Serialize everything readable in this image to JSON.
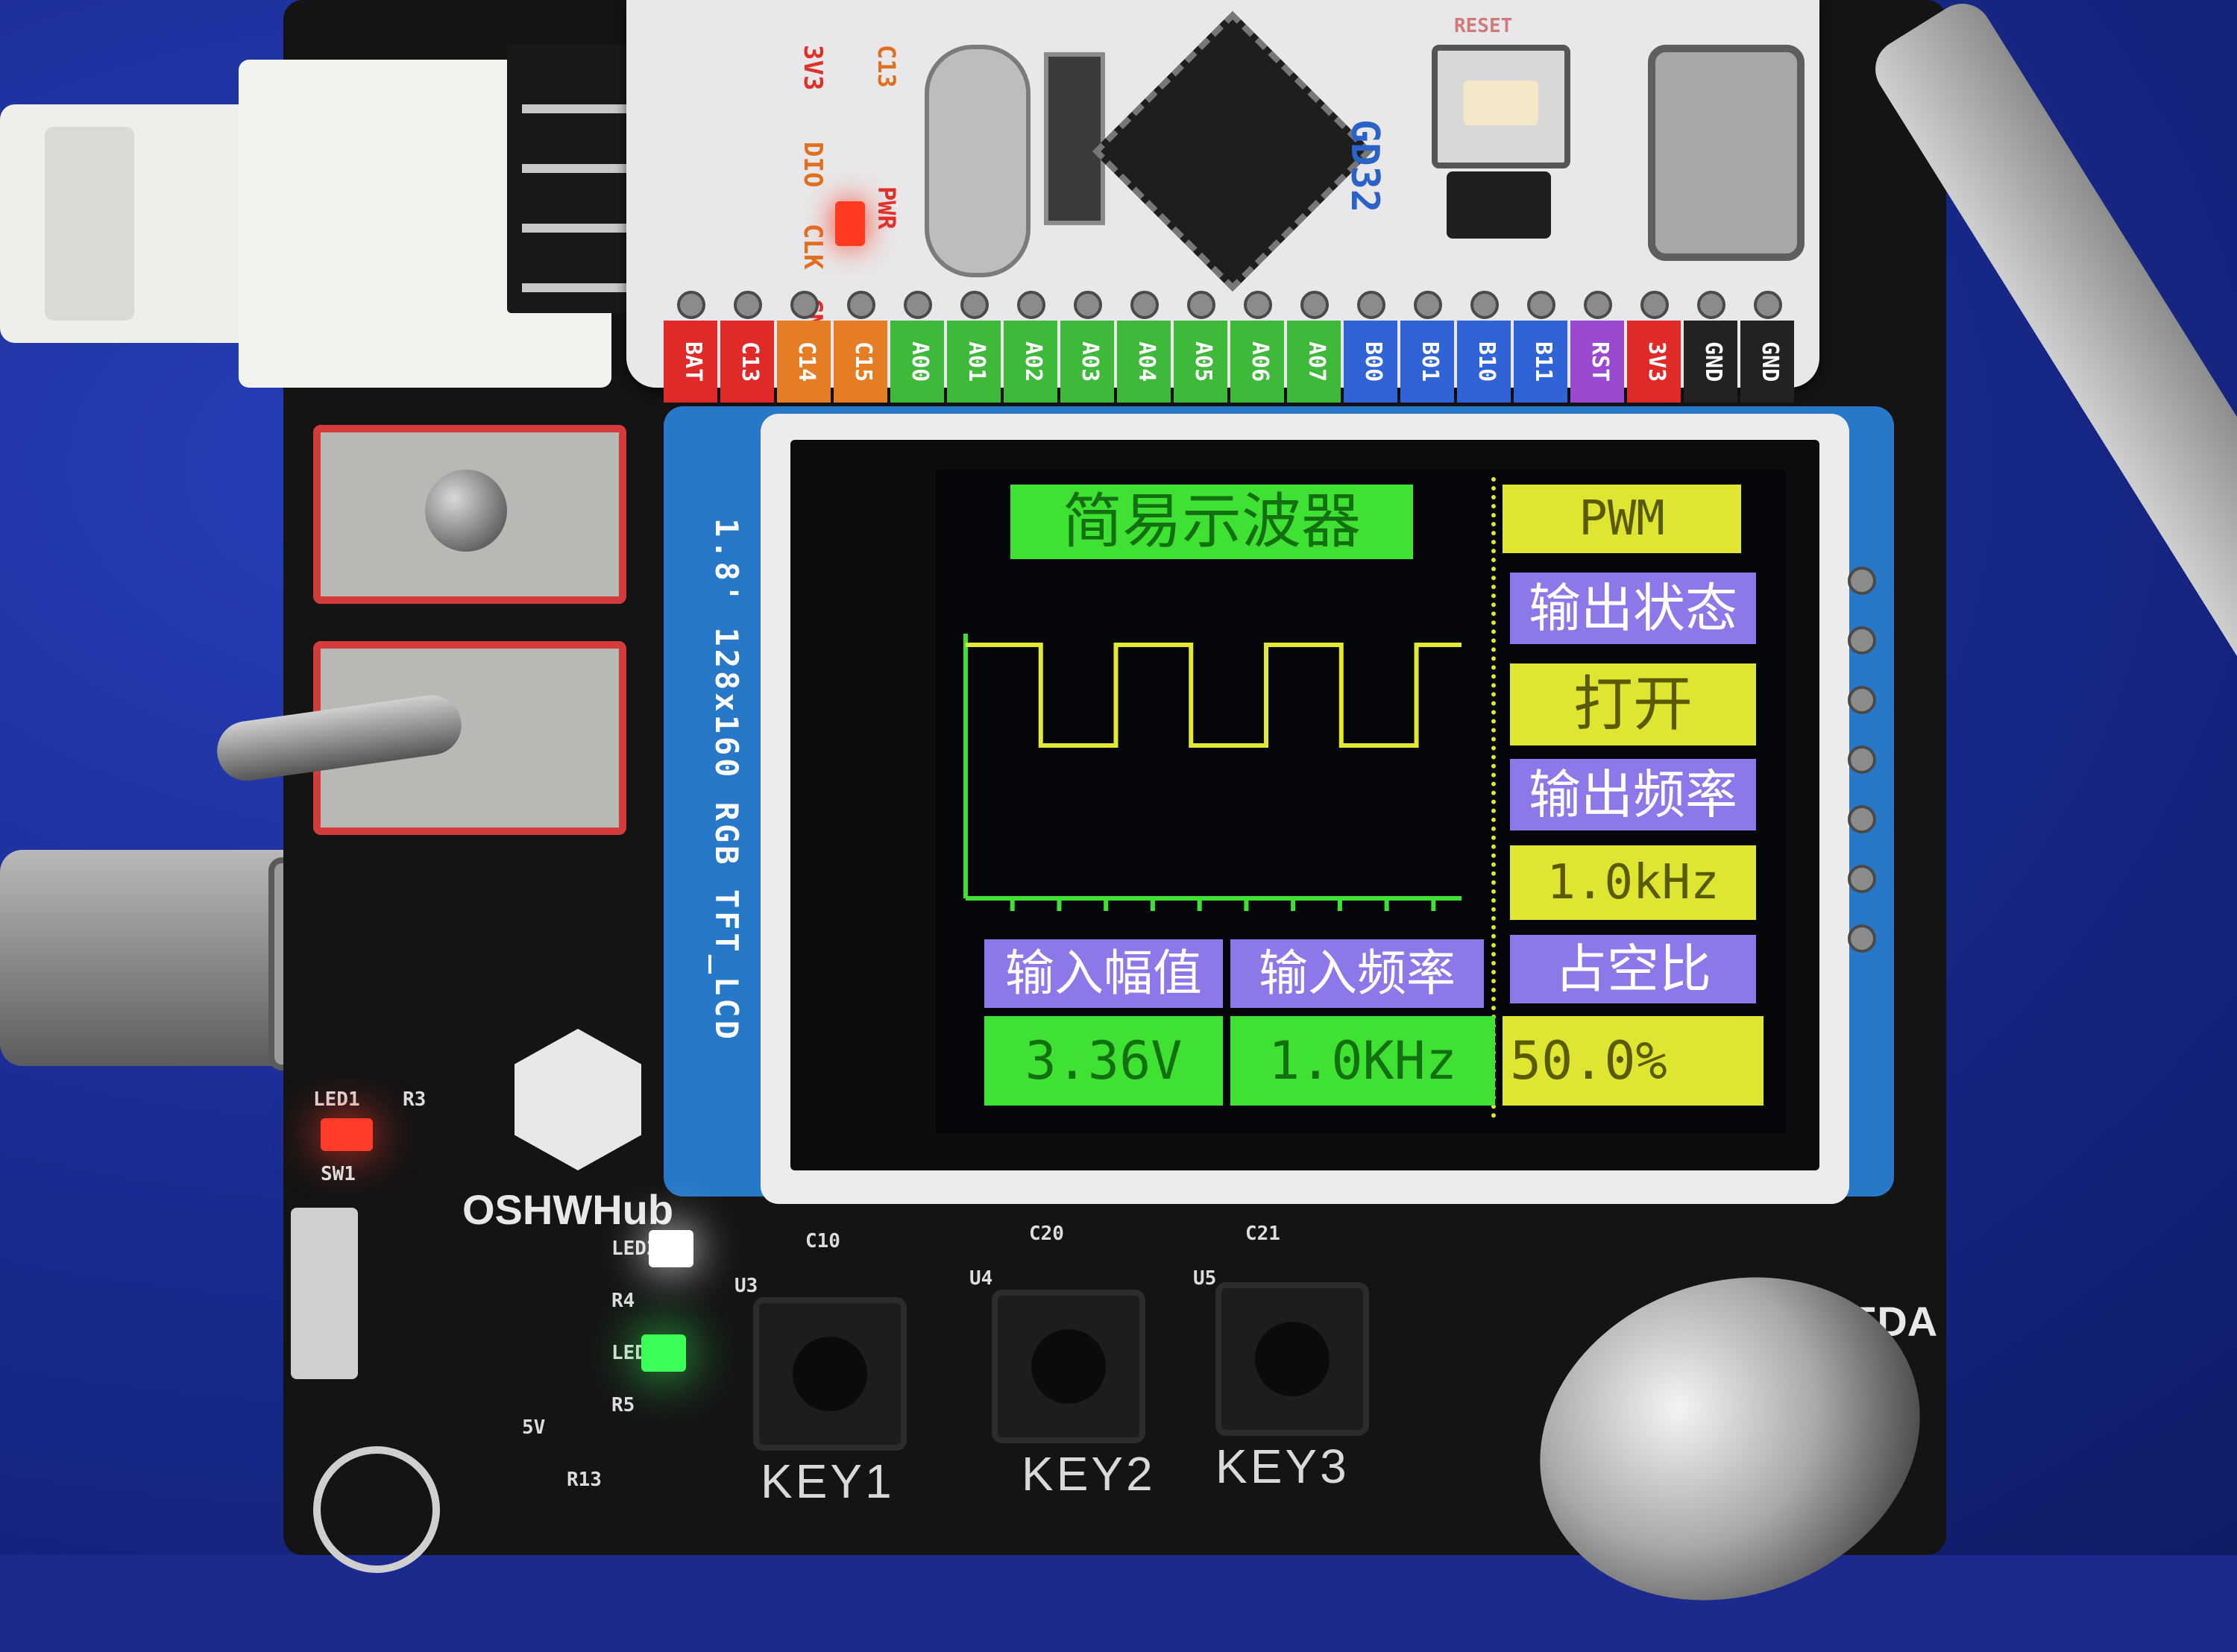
{
  "devboard": {
    "top_silk": [
      "3V3",
      "DIO",
      "CLK",
      "GND"
    ],
    "crystal_label": "C13",
    "pwr_label": "PWR",
    "chip_brand": "GD32",
    "reset_label": "RESET",
    "pins": [
      {
        "label": "BAT",
        "color": "#e02a2a"
      },
      {
        "label": "C13",
        "color": "#e02a2a"
      },
      {
        "label": "C14",
        "color": "#e57d24"
      },
      {
        "label": "C15",
        "color": "#e57d24"
      },
      {
        "label": "A00",
        "color": "#3eb93a"
      },
      {
        "label": "A01",
        "color": "#3eb93a"
      },
      {
        "label": "A02",
        "color": "#3eb93a"
      },
      {
        "label": "A03",
        "color": "#3eb93a"
      },
      {
        "label": "A04",
        "color": "#3eb93a"
      },
      {
        "label": "A05",
        "color": "#3eb93a"
      },
      {
        "label": "A06",
        "color": "#3eb93a"
      },
      {
        "label": "A07",
        "color": "#3eb93a"
      },
      {
        "label": "B00",
        "color": "#2f63d6"
      },
      {
        "label": "B01",
        "color": "#2f63d6"
      },
      {
        "label": "B10",
        "color": "#2f63d6"
      },
      {
        "label": "B11",
        "color": "#2f63d6"
      },
      {
        "label": "RST",
        "color": "#9a4ad0"
      },
      {
        "label": "3V3",
        "color": "#e02a2a"
      },
      {
        "label": "GND",
        "color": "#222222"
      },
      {
        "label": "GND",
        "color": "#222222"
      }
    ]
  },
  "lcd_module": {
    "label": "1.8' 128x160 RGB TFT_LCD"
  },
  "screen": {
    "title": "简易示波器",
    "mode": "PWM",
    "output_state_label": "输出状态",
    "output_state_value": "打开",
    "output_freq_label": "输出频率",
    "output_freq_value": "1.0kHz",
    "amplitude_label": "输入幅值",
    "amplitude_value": "3.36V",
    "input_freq_label": "输入频率",
    "input_freq_value": "1.0KHz",
    "duty_label": "占空比",
    "duty_value": "50.0%",
    "waveform": {
      "type": "square",
      "cycles_shown": 3.3,
      "duty": 0.5,
      "color": "#e3e830",
      "axis_color": "#3fe233"
    }
  },
  "board": {
    "brand": "OSHWHub",
    "eda": "EDA",
    "keys": [
      "KEY1",
      "KEY2",
      "KEY3"
    ],
    "silk": {
      "led1": "LED1",
      "led2": "LED2",
      "led3": "LED3",
      "r3": "R3",
      "r4": "R4",
      "r5": "R5",
      "sw1": "SW1",
      "r13": "R13",
      "c10": "C10",
      "c20": "C20",
      "c21": "C21",
      "u3": "U3",
      "u4": "U4",
      "u5": "U5",
      "v5": "5V"
    }
  },
  "colors": {
    "pcb": "#141414",
    "cloth": "#1a2c95",
    "lcd_pcb": "#2778c9"
  }
}
